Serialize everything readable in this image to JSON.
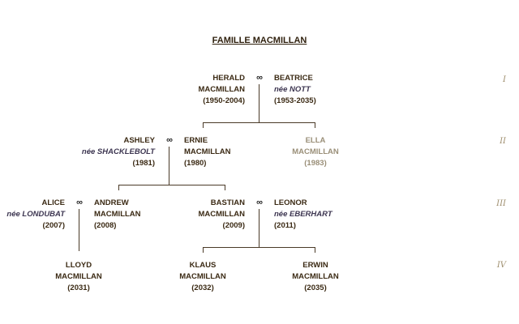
{
  "title": "FAMILLE MACMILLAN",
  "marriage_symbol": "∞",
  "generations": [
    "I",
    "II",
    "III",
    "IV"
  ],
  "people": {
    "herald": {
      "first": "HERALD",
      "last": "MACMILLAN",
      "nee": "",
      "years": "(1950-2004)"
    },
    "beatrice": {
      "first": "BEATRICE",
      "last": "",
      "nee": "née NOTT",
      "years": "(1953-2035)"
    },
    "ashley": {
      "first": "ASHLEY",
      "last": "",
      "nee": "née SHACKLEBOLT",
      "years": "(1981)"
    },
    "ernie": {
      "first": "ERNIE",
      "last": "MACMILLAN",
      "nee": "",
      "years": "(1980)"
    },
    "ella": {
      "first": "ELLA",
      "last": "MACMILLAN",
      "nee": "",
      "years": "(1983)"
    },
    "alice": {
      "first": "ALICE",
      "last": "",
      "nee": "née LONDUBAT",
      "years": "(2007)"
    },
    "andrew": {
      "first": "ANDREW",
      "last": "MACMILLAN",
      "nee": "",
      "years": "(2008)"
    },
    "bastian": {
      "first": "BASTIAN",
      "last": "MACMILLAN",
      "nee": "",
      "years": "(2009)"
    },
    "leonor": {
      "first": "LEONOR",
      "last": "",
      "nee": "née EBERHART",
      "years": "(2011)"
    },
    "lloyd": {
      "first": "LLOYD",
      "last": "MACMILLAN",
      "nee": "",
      "years": "(2031)"
    },
    "klaus": {
      "first": "KLAUS",
      "last": "MACMILLAN",
      "nee": "",
      "years": "(2032)"
    },
    "erwin": {
      "first": "ERWIN",
      "last": "MACMILLAN",
      "nee": "",
      "years": "(2035)"
    }
  }
}
